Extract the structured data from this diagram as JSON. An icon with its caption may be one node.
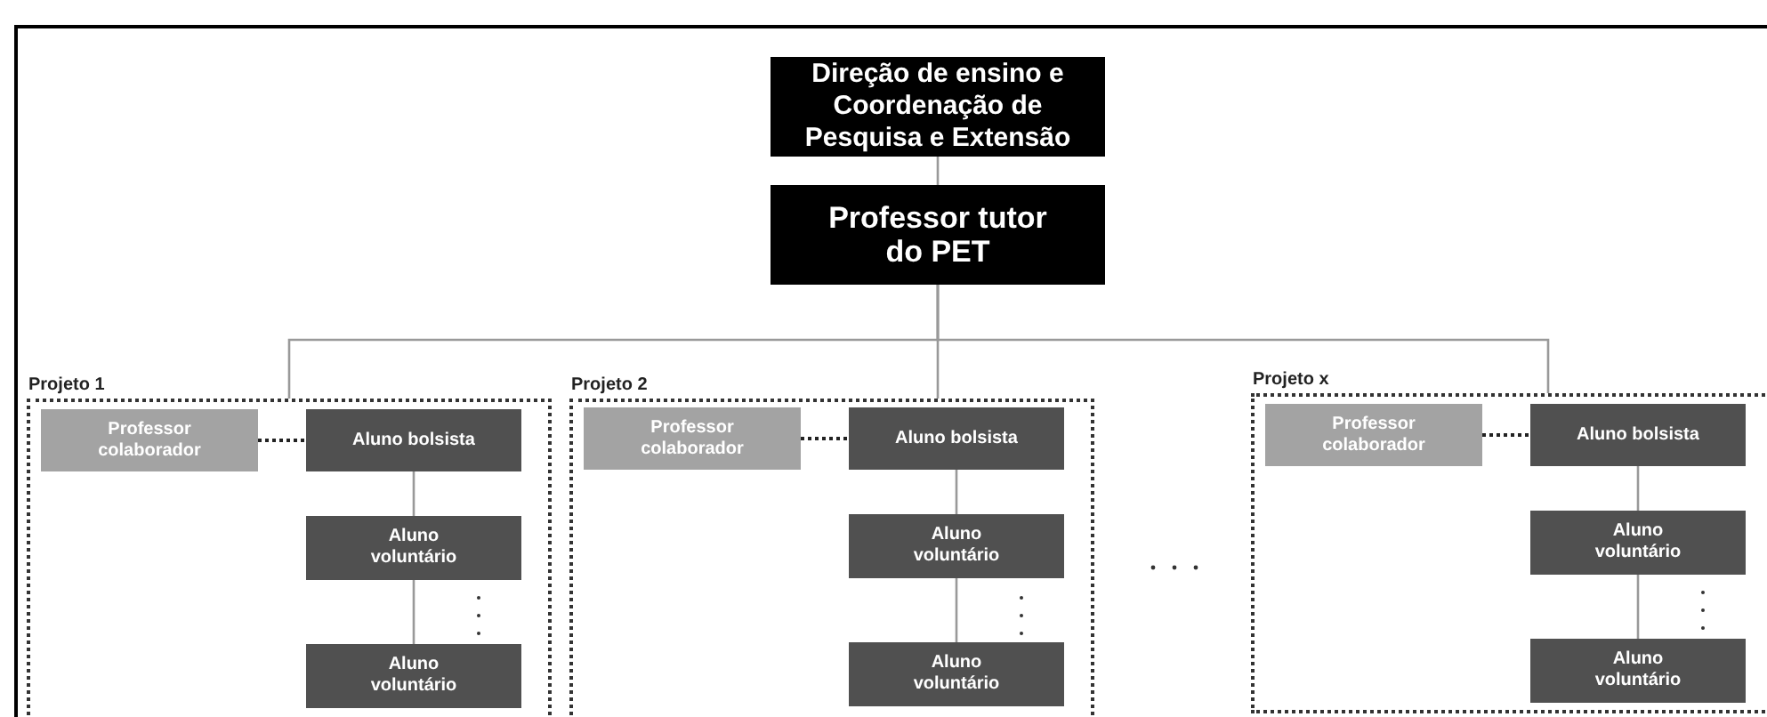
{
  "diagram": {
    "nodes": [
      {
        "text": [
          "Direção de ensino e Coordenação de Pesquisa e Extensão"
        ]
      },
      {
        "text": [
          "Professor tutor do PET"
        ]
      },
      {
        "text": [
          "Projeto 1"
        ]
      },
      {
        "text": [
          "Professor colaborador"
        ],
        "in": 2
      },
      {
        "text": [
          "Aluno bolsista"
        ],
        "in": 2
      },
      {
        "text": [
          "Aluno voluntário"
        ],
        "in": 2
      },
      {
        "text": [
          "Aluno voluntário"
        ],
        "in": 2
      },
      {
        "text": [
          "Projeto 2"
        ]
      },
      {
        "text": [
          "Professor colaborador"
        ],
        "in": 7
      },
      {
        "text": [
          "Aluno bolsista"
        ],
        "in": 7
      },
      {
        "text": [
          "Aluno voluntário"
        ],
        "in": 7
      },
      {
        "text": [
          "Aluno voluntário"
        ],
        "in": 7
      },
      {
        "text": [
          "Projeto x"
        ]
      },
      {
        "text": [
          "Professor colaborador"
        ],
        "in": 12
      },
      {
        "text": [
          "Aluno bolsista"
        ],
        "in": 12
      },
      {
        "text": [
          "Aluno voluntário"
        ],
        "in": 12
      },
      {
        "text": [
          "Aluno voluntário"
        ],
        "in": 12
      }
    ],
    "edges": [
      {
        "from": 0,
        "to": 1,
        "arrow": "none"
      },
      {
        "from": 1,
        "to": 2,
        "arrow": "none"
      },
      {
        "from": 1,
        "to": 7,
        "arrow": "none"
      },
      {
        "from": 1,
        "to": 12,
        "arrow": "none"
      },
      {
        "from": 3,
        "to": 4,
        "arrow": "none",
        "style": "dashed",
        "color": "#222222"
      },
      {
        "from": 4,
        "to": 5,
        "arrow": "none"
      },
      {
        "from": 5,
        "to": 6,
        "arrow": "none"
      },
      {
        "from": 8,
        "to": 9,
        "arrow": "none",
        "style": "dashed",
        "color": "#222222"
      },
      {
        "from": 9,
        "to": 10,
        "arrow": "none"
      },
      {
        "from": 10,
        "to": 11,
        "arrow": "none"
      },
      {
        "from": 13,
        "to": 14,
        "arrow": "none",
        "style": "dashed",
        "color": "#222222"
      },
      {
        "from": 14,
        "to": 15,
        "arrow": "none"
      },
      {
        "from": 15,
        "to": 16,
        "arrow": "none"
      }
    ]
  }
}
